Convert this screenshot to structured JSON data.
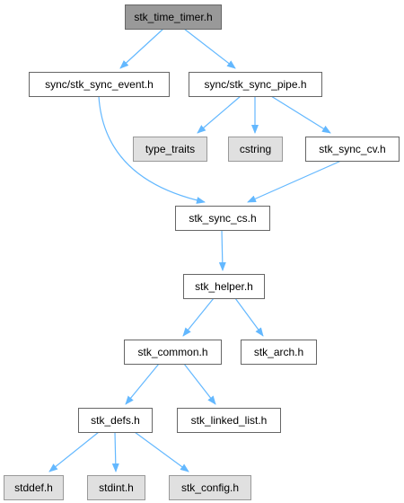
{
  "graph": {
    "nodes": [
      {
        "id": "stk_time_timer",
        "label": "stk_time_timer.h",
        "style": "root"
      },
      {
        "id": "sync_event",
        "label": "sync/stk_sync_event.h",
        "style": "normal"
      },
      {
        "id": "sync_pipe",
        "label": "sync/stk_sync_pipe.h",
        "style": "normal"
      },
      {
        "id": "type_traits",
        "label": "type_traits",
        "style": "external"
      },
      {
        "id": "cstring",
        "label": "cstring",
        "style": "external"
      },
      {
        "id": "sync_cv",
        "label": "stk_sync_cv.h",
        "style": "normal"
      },
      {
        "id": "sync_cs",
        "label": "stk_sync_cs.h",
        "style": "normal"
      },
      {
        "id": "helper",
        "label": "stk_helper.h",
        "style": "normal"
      },
      {
        "id": "common",
        "label": "stk_common.h",
        "style": "normal"
      },
      {
        "id": "arch",
        "label": "stk_arch.h",
        "style": "normal"
      },
      {
        "id": "defs",
        "label": "stk_defs.h",
        "style": "normal"
      },
      {
        "id": "linked_list",
        "label": "stk_linked_list.h",
        "style": "normal"
      },
      {
        "id": "stddef",
        "label": "stddef.h",
        "style": "external"
      },
      {
        "id": "stdint",
        "label": "stdint.h",
        "style": "external"
      },
      {
        "id": "config",
        "label": "stk_config.h",
        "style": "external"
      }
    ],
    "edges": [
      {
        "from": "stk_time_timer",
        "to": "sync_event"
      },
      {
        "from": "stk_time_timer",
        "to": "sync_pipe"
      },
      {
        "from": "sync_event",
        "to": "sync_cs"
      },
      {
        "from": "sync_pipe",
        "to": "type_traits"
      },
      {
        "from": "sync_pipe",
        "to": "cstring"
      },
      {
        "from": "sync_pipe",
        "to": "sync_cv"
      },
      {
        "from": "sync_cv",
        "to": "sync_cs"
      },
      {
        "from": "sync_cs",
        "to": "helper"
      },
      {
        "from": "helper",
        "to": "common"
      },
      {
        "from": "helper",
        "to": "arch"
      },
      {
        "from": "common",
        "to": "defs"
      },
      {
        "from": "common",
        "to": "linked_list"
      },
      {
        "from": "defs",
        "to": "stddef"
      },
      {
        "from": "defs",
        "to": "stdint"
      },
      {
        "from": "defs",
        "to": "config"
      }
    ],
    "colors": {
      "root_fill": "#999999",
      "root_border": "#666666",
      "node_fill": "#ffffff",
      "node_border": "#666666",
      "external_fill": "#e0e0e0",
      "external_border": "#999999",
      "edge": "#63b8ff"
    }
  }
}
